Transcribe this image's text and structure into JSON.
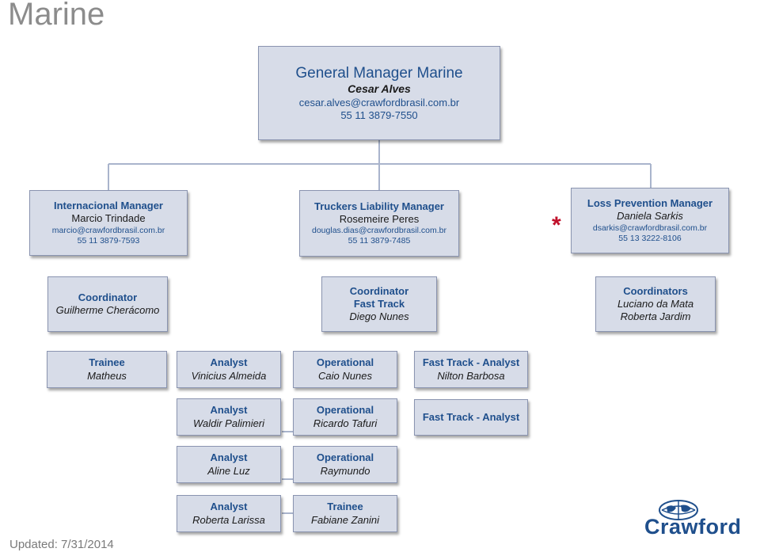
{
  "page": {
    "title": "Marine",
    "updated": "Updated: 7/31/2014"
  },
  "general_manager": {
    "role": "General Manager Marine",
    "name": "Cesar Alves",
    "email": "cesar.alves@crawfordbrasil.com.br",
    "phone": "55 11 3879-7550"
  },
  "managers": [
    {
      "role": "Internacional Manager",
      "name": "Marcio Trindade",
      "email": "marcio@crawfordbrasil.com.br",
      "phone": "55 11 3879-7593"
    },
    {
      "role": "Truckers Liability Manager",
      "name": "Rosemeire  Peres",
      "email": "douglas.dias@crawfordbrasil.com.br",
      "phone": "55 11 3879-7485"
    },
    {
      "role": "Loss Prevention  Manager",
      "name": "Daniela Sarkis",
      "email": "dsarkis@crawfordbrasil.com.br",
      "phone": "55 13 3222-8106"
    }
  ],
  "marker": "*",
  "coordinators": [
    {
      "role": "Coordinator",
      "line2": "",
      "names": [
        "Guilherme Cherácomo"
      ]
    },
    {
      "role": "Coordinator",
      "line2": "Fast Track",
      "names": [
        "Diego Nunes"
      ]
    },
    {
      "role": "Coordinators",
      "line2": "",
      "names": [
        "Luciano da Mata",
        "Roberta Jardim"
      ]
    }
  ],
  "staff": [
    {
      "role": "Trainee",
      "name": "Matheus"
    },
    {
      "role": "Analyst",
      "name": "Vinicius Almeida"
    },
    {
      "role": "Operational",
      "name": "Caio Nunes"
    },
    {
      "role": "Fast Track - Analyst",
      "name": "Nilton Barbosa"
    },
    {
      "role": "Analyst",
      "name": "Waldir Palimieri"
    },
    {
      "role": "Operational",
      "name": "Ricardo Tafuri"
    },
    {
      "role": "Fast Track - Analyst",
      "name": ""
    },
    {
      "role": "Analyst",
      "name": "Aline Luz"
    },
    {
      "role": "Operational",
      "name": "Raymundo"
    },
    {
      "role": "Analyst",
      "name": "Roberta Larissa"
    },
    {
      "role": "Trainee",
      "name": "Fabiane Zanini"
    }
  ],
  "logo": {
    "text": "Crawford",
    "color": "#1f4f8c",
    "accent": "#c0102a"
  },
  "colors": {
    "box_fill": "#d7dce8",
    "box_border": "#8a94b0",
    "role_text": "#1f4f8c",
    "line": "#a9b4cc"
  }
}
